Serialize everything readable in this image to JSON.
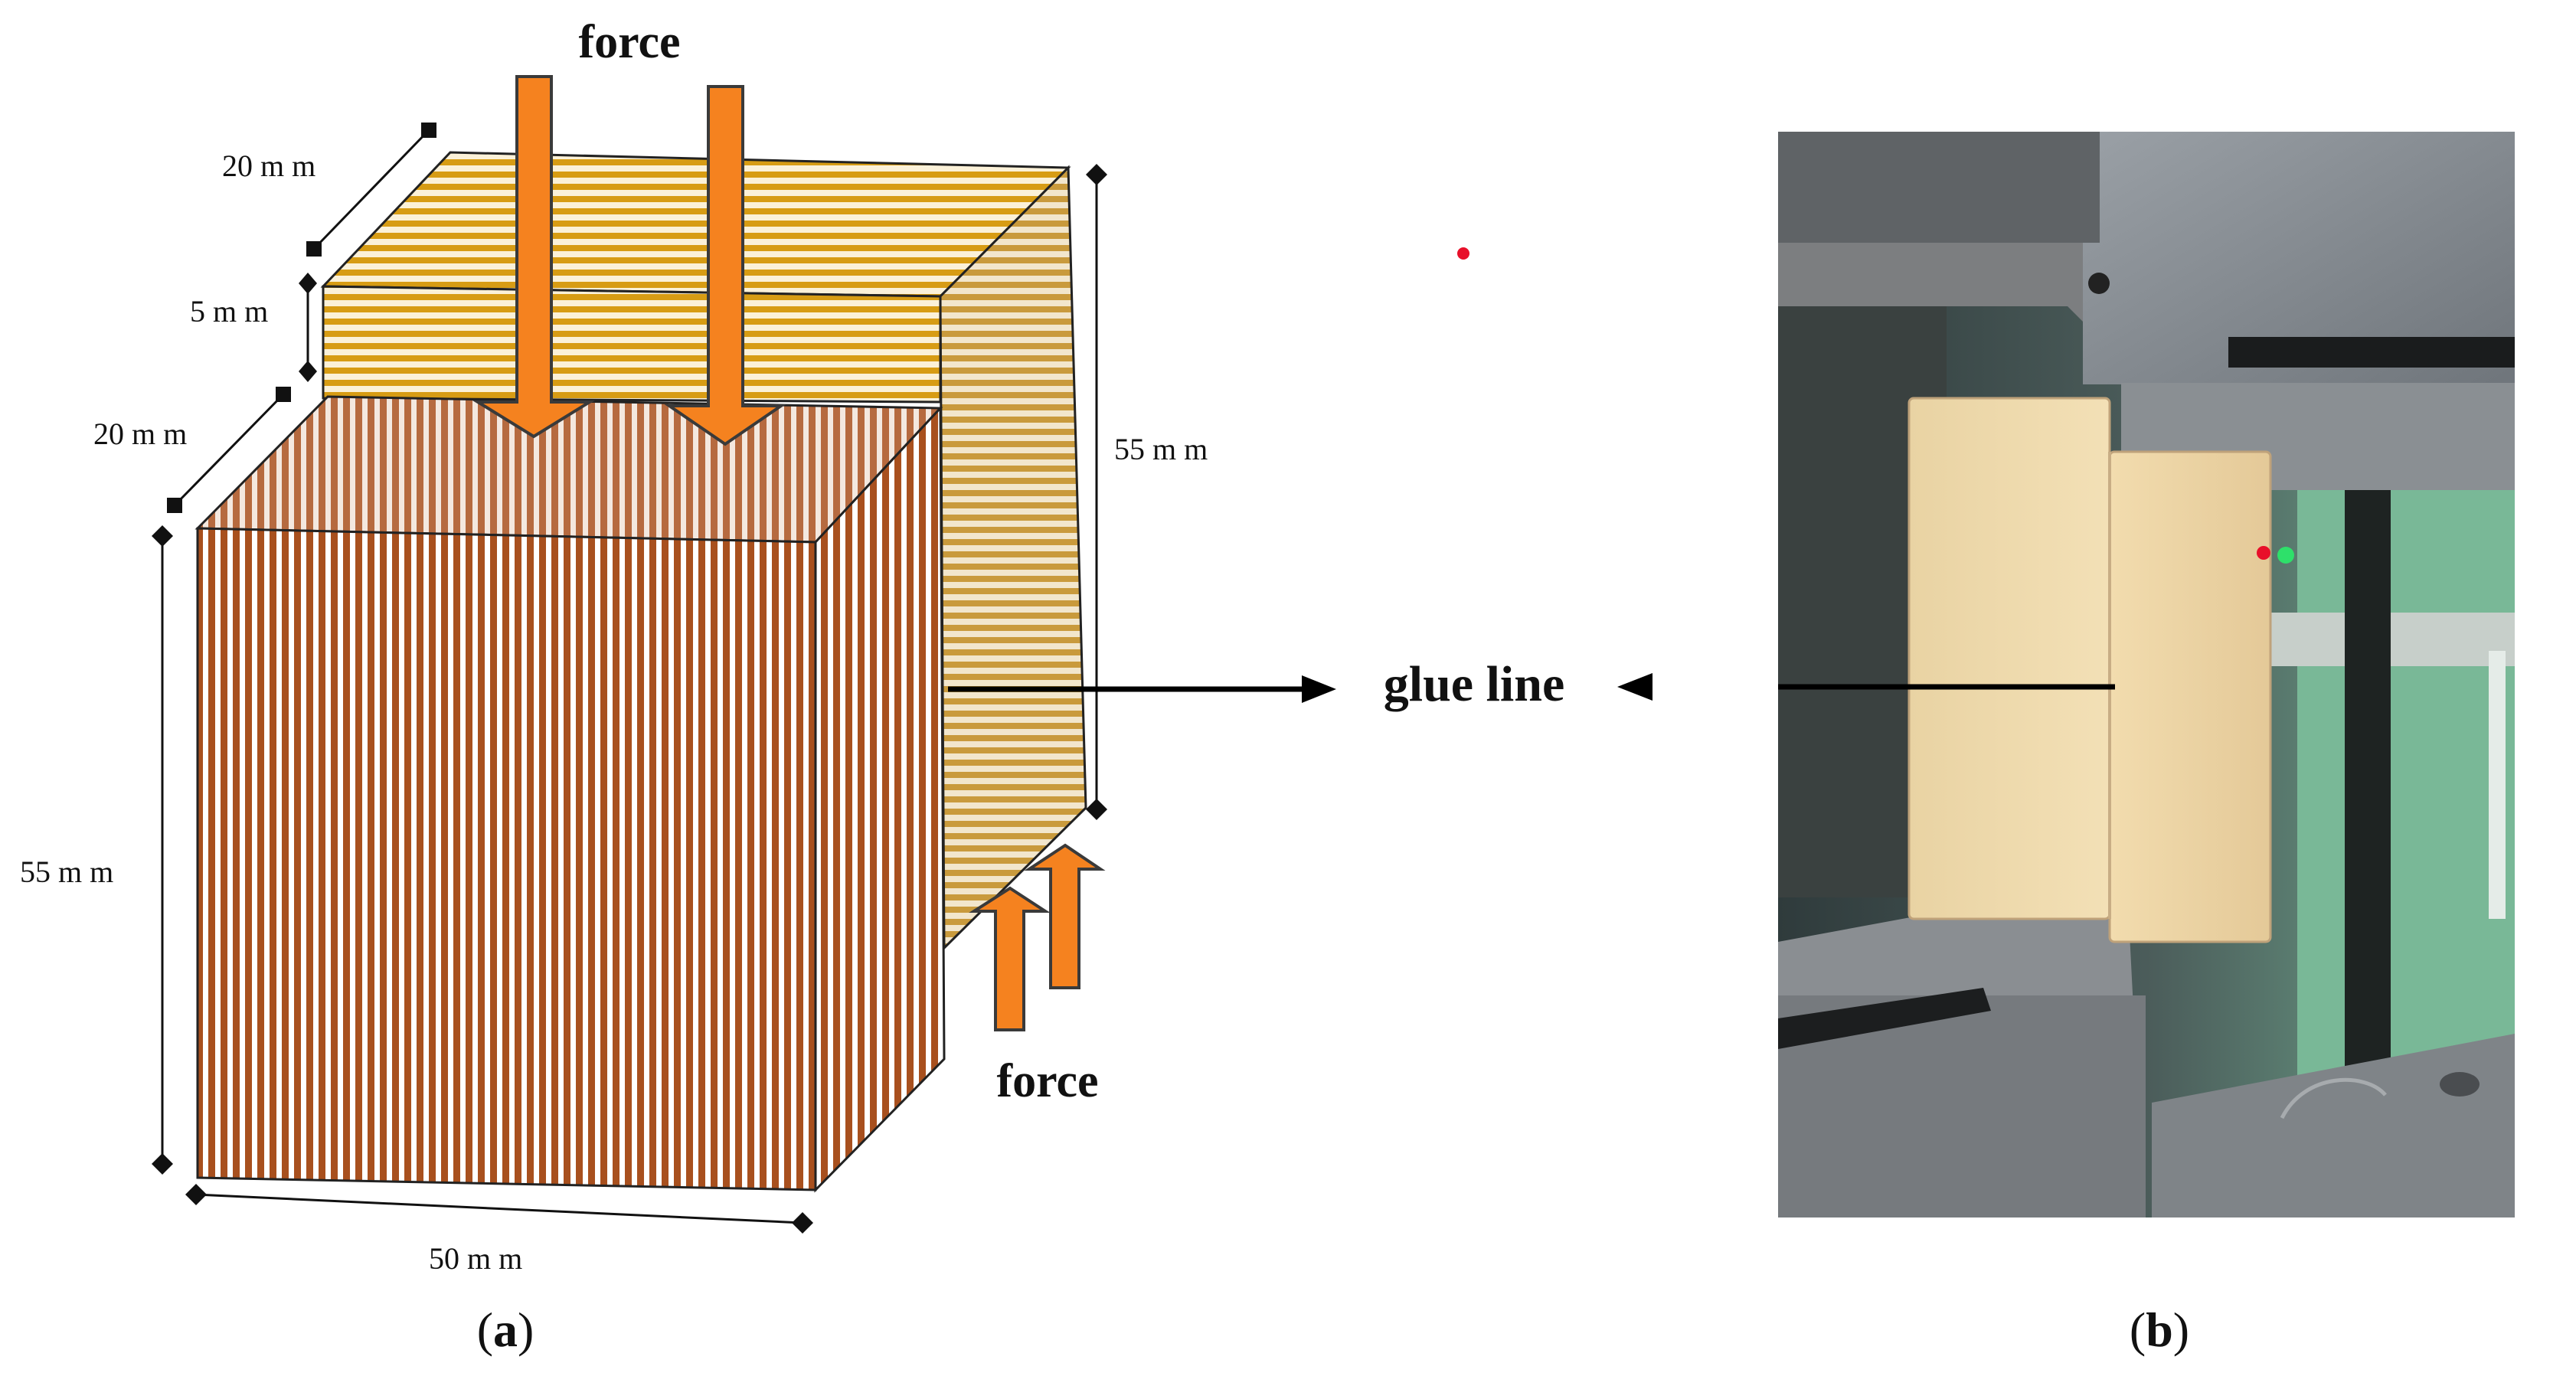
{
  "labels": {
    "force_top": "force",
    "force_bottom": "force",
    "glue_line": "glue line",
    "dim_top_depth": "20 m m",
    "dim_top_thickness": "5 m m",
    "dim_front_depth": "20 m m",
    "dim_back_height": "55 m m",
    "dim_front_height": "55 m m",
    "dim_width": "50 m m",
    "panel_a_open": "(",
    "panel_a_letter": "a",
    "panel_a_close": ")",
    "panel_b_open": "(",
    "panel_b_letter": "b",
    "panel_b_close": ")"
  },
  "colors": {
    "front_wood": "#a8501e",
    "back_wood": "#d79c14",
    "arrow_fill": "#f5821f",
    "arrow_stroke": "#3a3a3a",
    "red_dot": "#e8102a",
    "steel": "#8e9399",
    "specimen": "#efd8a8"
  },
  "icons": {
    "force_arrow": "arrow-down-icon",
    "reaction_arrow": "arrow-up-icon",
    "pointer_arrow": "arrow-right-icon"
  }
}
